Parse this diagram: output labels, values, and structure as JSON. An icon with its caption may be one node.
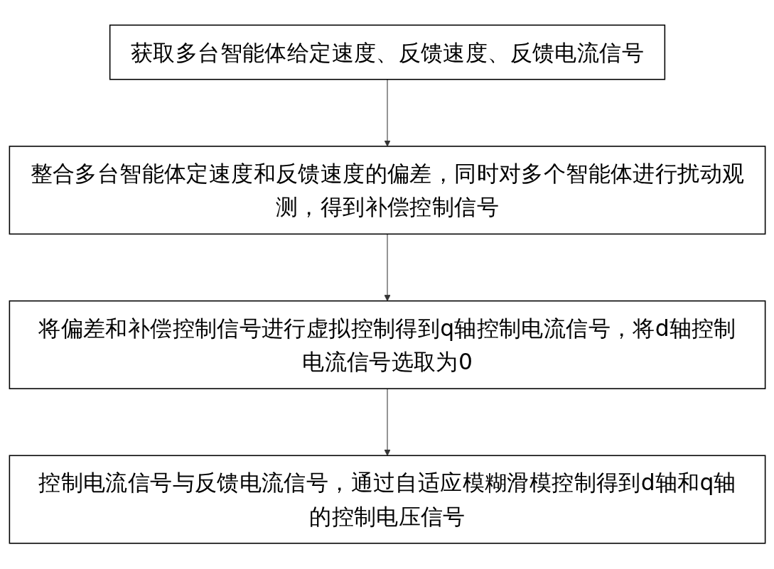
{
  "diagram": {
    "nodes": [
      {
        "text": [
          "获取多台智能体给定速度、反馈速度、反馈电流信号"
        ]
      },
      {
        "text": [
          "整合多台智能体定速度和反馈速度的偏差，同时对多个智能体进行扰动观测，得到补偿控制信号"
        ]
      },
      {
        "text": [
          "将偏差和补偿控制信号进行虚拟控制得到q轴控制电流信号，将d轴控制电流信号选取为0"
        ]
      },
      {
        "text": [
          "控制电流信号与反馈电流信号，通过自适应模糊滑模控制得到d轴和q轴的控制电压信号"
        ]
      }
    ],
    "edges": [
      {
        "from": 0,
        "to": 1,
        "arrow": "to"
      },
      {
        "from": 1,
        "to": 2,
        "arrow": "to"
      },
      {
        "from": 2,
        "to": 3,
        "arrow": "to"
      }
    ]
  }
}
